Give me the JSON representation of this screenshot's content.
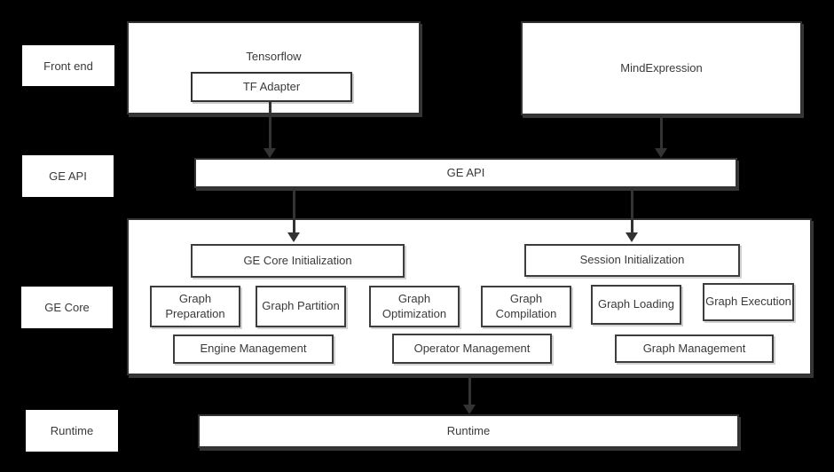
{
  "diagram": {
    "row_labels": {
      "front_end": "Front end",
      "ge_api": "GE API",
      "ge_core": "GE Core",
      "runtime": "Runtime"
    },
    "front_end": {
      "tensorflow_title": "Tensorflow",
      "tf_adapter": "TF Adapter",
      "mind_expression": "MindExpression"
    },
    "ge_api_label": "GE API",
    "ge_core": {
      "core_init": "GE Core Initialization",
      "session_init": "Session Initialization",
      "stages": [
        "Graph Preparation",
        "Graph Partition",
        "Graph Optimization",
        "Graph Compilation",
        "Graph Loading",
        "Graph Execution"
      ],
      "management": [
        "Engine Management",
        "Operator Management",
        "Graph Management"
      ]
    },
    "runtime_label": "Runtime",
    "colors": {
      "background": "#000000",
      "box_fill": "#ffffff",
      "border": "#333333",
      "text": "#3a3a3a",
      "arrow": "#333333"
    }
  }
}
